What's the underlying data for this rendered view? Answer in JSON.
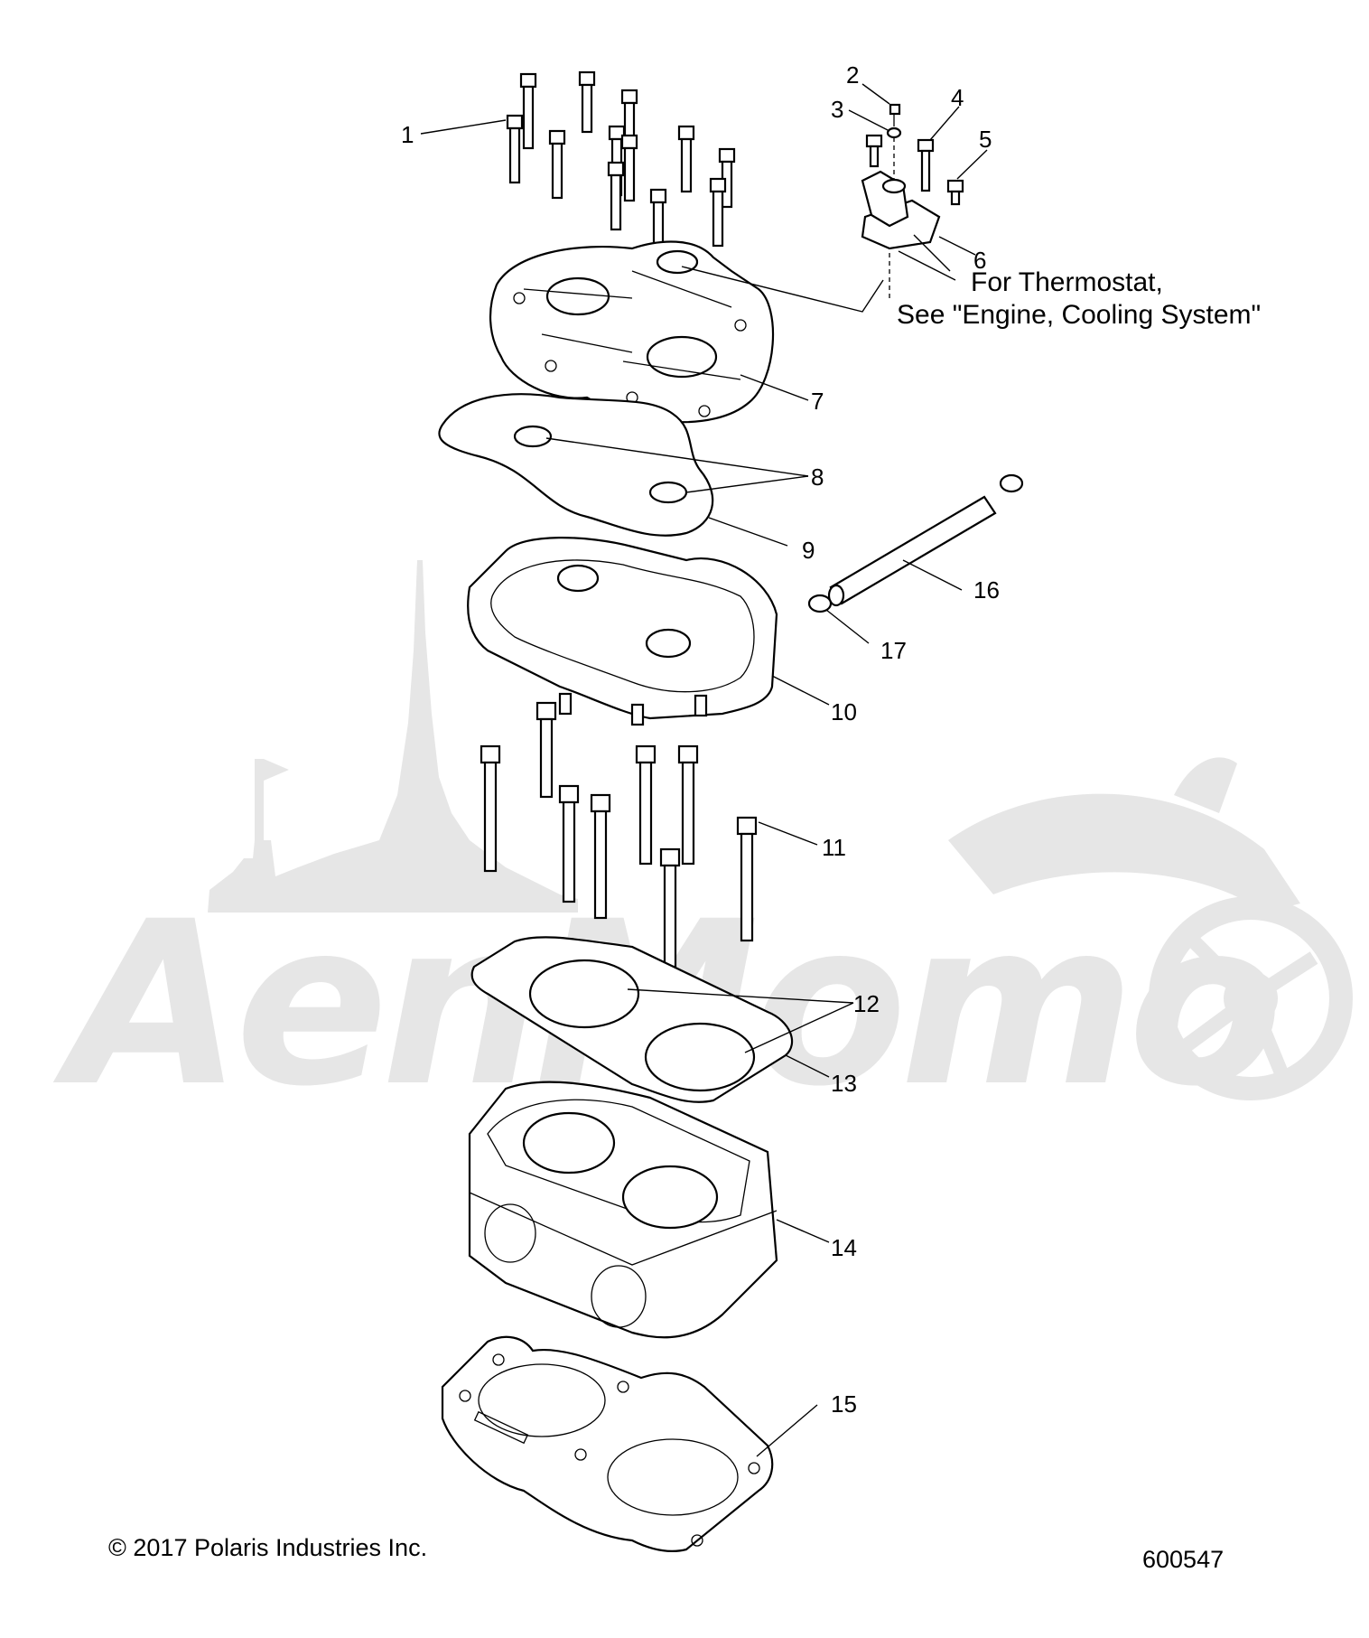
{
  "callouts": [
    "1",
    "2",
    "3",
    "4",
    "5",
    "6",
    "7",
    "8",
    "9",
    "10",
    "11",
    "12",
    "13",
    "14",
    "15",
    "16",
    "17"
  ],
  "note": {
    "line1": "For Thermostat,",
    "line2": "See \"Engine, Cooling System\""
  },
  "footer": {
    "copyright": "© 2017 Polaris Industries Inc.",
    "diagram_number": "600547"
  },
  "watermark": {
    "text": "AenMomo"
  }
}
